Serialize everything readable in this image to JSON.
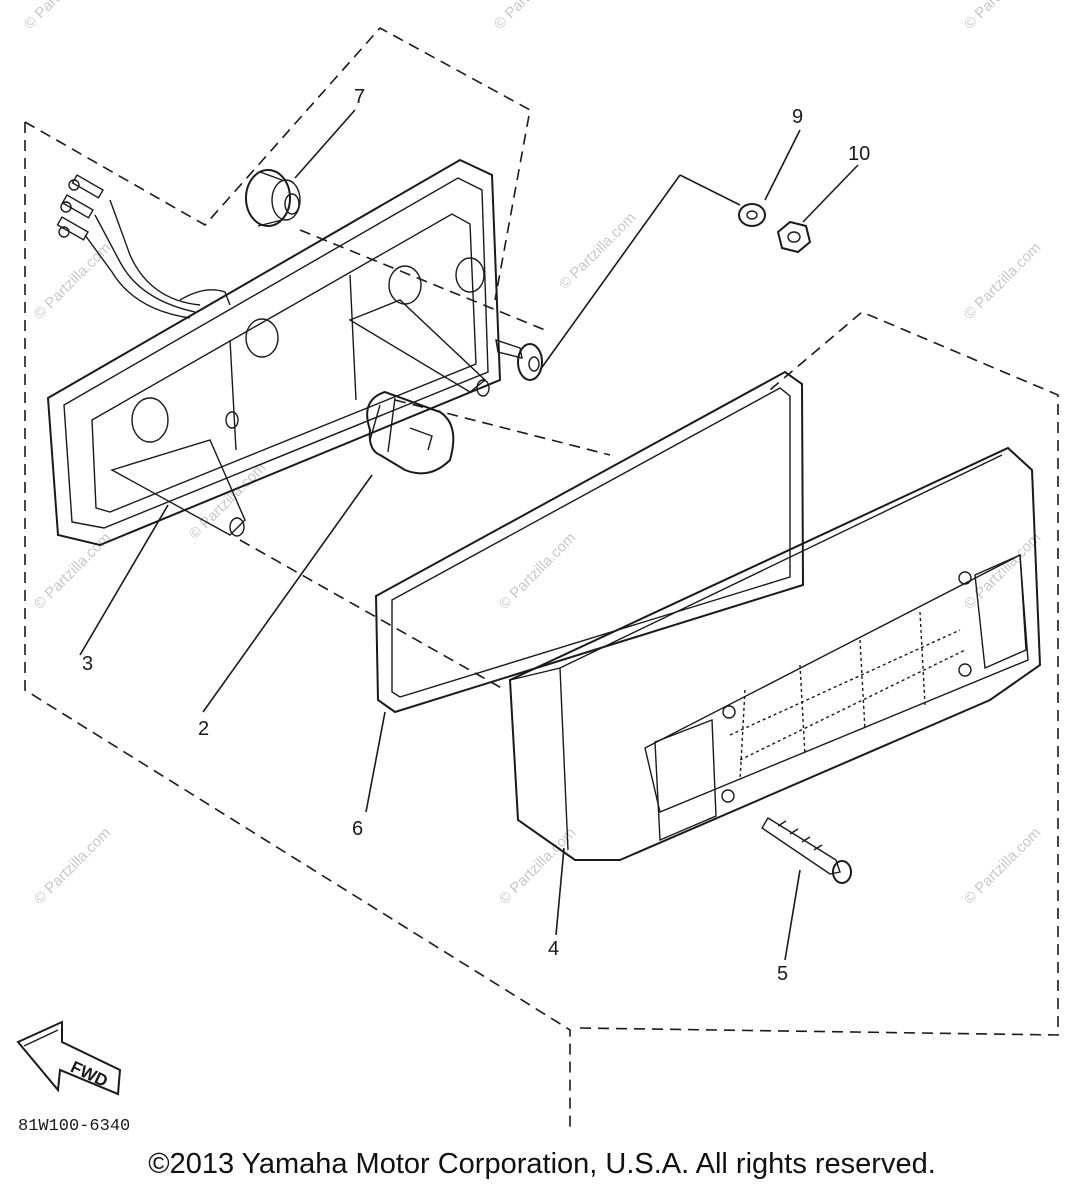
{
  "diagram": {
    "callouts": [
      {
        "id": "7",
        "label": "7"
      },
      {
        "id": "9",
        "label": "9"
      },
      {
        "id": "10",
        "label": "10"
      },
      {
        "id": "3",
        "label": "3"
      },
      {
        "id": "2",
        "label": "2"
      },
      {
        "id": "6",
        "label": "6"
      },
      {
        "id": "4",
        "label": "4"
      },
      {
        "id": "5",
        "label": "5"
      }
    ],
    "direction_tag": "FWD",
    "drawing_code": "81W100-6340",
    "watermark_text": "© Partzilla.com"
  },
  "footer": {
    "copyright": "©2013  Yamaha Motor Corporation, U.S.A. All rights reserved."
  }
}
